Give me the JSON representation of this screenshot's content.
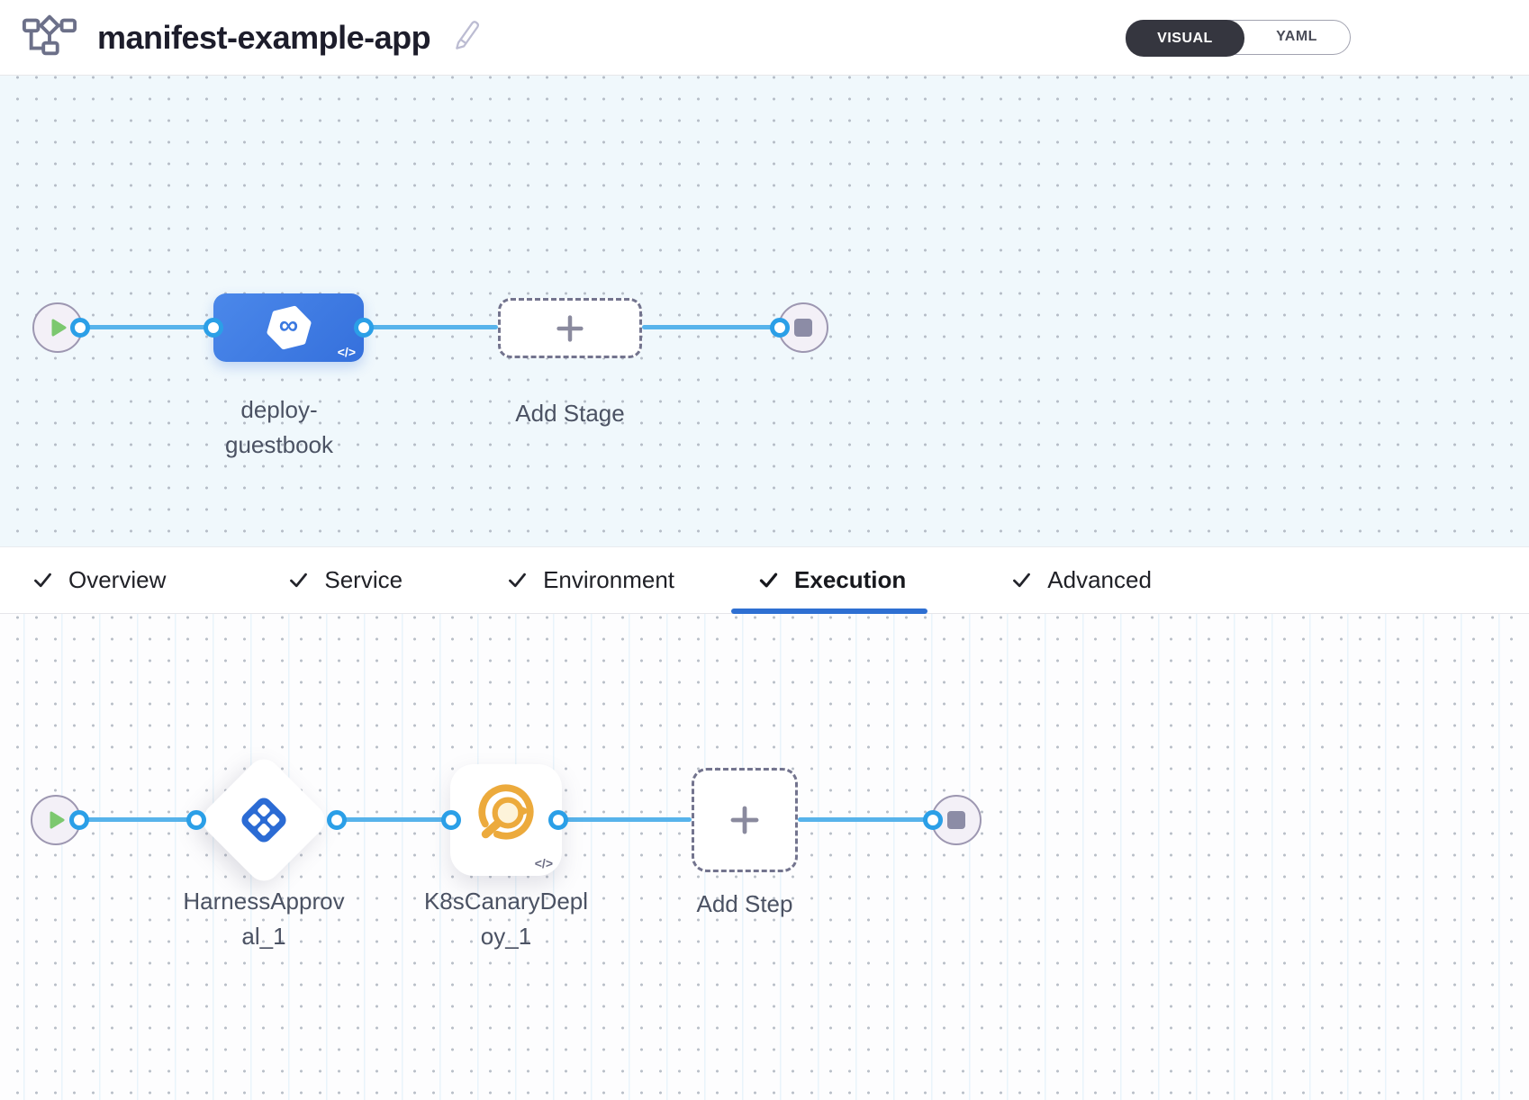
{
  "header": {
    "title": "manifest-example-app",
    "view_toggle": {
      "options": [
        "VISUAL",
        "YAML"
      ],
      "selected": "VISUAL"
    }
  },
  "pipeline": {
    "stage": {
      "label": "deploy-guestbook",
      "code_icon": "</>",
      "infinity_glyph": "∞"
    },
    "add_stage_label": "Add Stage"
  },
  "tabs": [
    {
      "label": "Overview",
      "completed": true,
      "active": false
    },
    {
      "label": "Service",
      "completed": true,
      "active": false
    },
    {
      "label": "Environment",
      "completed": true,
      "active": false
    },
    {
      "label": "Execution",
      "completed": true,
      "active": true
    },
    {
      "label": "Advanced",
      "completed": true,
      "active": false
    }
  ],
  "execution": {
    "steps": [
      {
        "name": "HarnessApproval_1",
        "type": "harness-approval"
      },
      {
        "name": "K8sCanaryDeploy_1",
        "type": "k8s-canary-deploy",
        "code_icon": "</>"
      }
    ],
    "add_step_label": "Add Step"
  },
  "colors": {
    "stage_node_blue": "#3b79e0",
    "connector_line_blue": "#57b3eb",
    "connection_point_blue": "#2b9fe7",
    "active_tab_underline": "#2e6fd2",
    "play_green": "#7cc86f",
    "stop_gray": "#8c8ca6",
    "approval_icon_blue": "#2b6bd4",
    "canary_icon_amber": "#ecaa3c",
    "toggle_selected_dark": "#35363f",
    "stage_canvas_bg": "#f0f8fc"
  }
}
